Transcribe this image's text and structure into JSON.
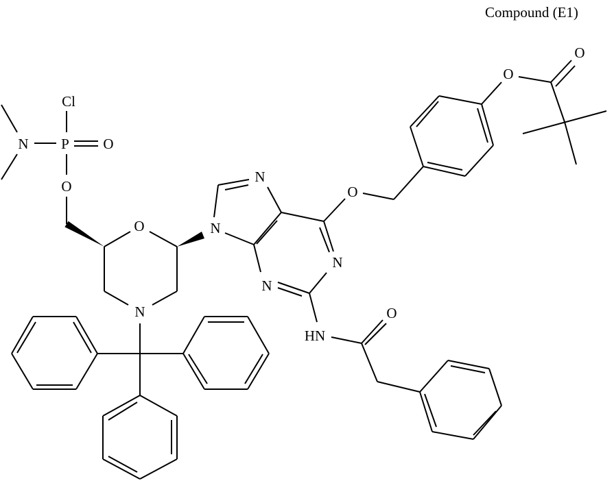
{
  "title": "Compound (E1)",
  "colors": {
    "ink": "#000000",
    "background": "#ffffff"
  },
  "atoms": {
    "cl": "Cl",
    "n_dimethyl": "N",
    "p": "P",
    "o_phosphoryl": "O",
    "o_phosphate": "O",
    "o_morpholine": "O",
    "n_morpholine": "N",
    "n9": "N",
    "n7": "N",
    "n3": "N",
    "n1": "N",
    "o_ether": "O",
    "o_ester": "O",
    "o_ester_carbonyl": "O",
    "nh_amide": "HN",
    "o_amide": "O"
  }
}
